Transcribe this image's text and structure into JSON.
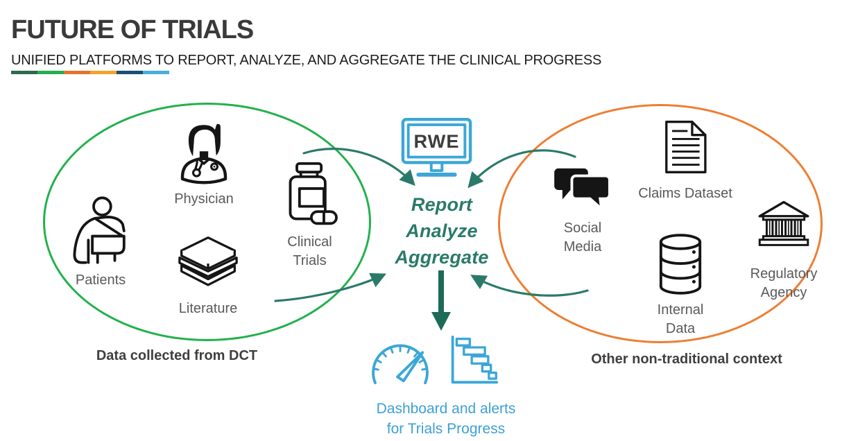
{
  "header": {
    "title": "FUTURE OF TRIALS",
    "subtitle": "UNIFIED PLATFORMS TO REPORT, ANALYZE, AND AGGREGATE THE CLINICAL PROGRESS",
    "accent_colors": [
      "#2d6a4f",
      "#27ae4f",
      "#e3742f",
      "#f0a42f",
      "#1c4f74",
      "#49aede"
    ]
  },
  "dct_group": {
    "caption": "Data collected from DCT",
    "ellipse_color": "#22b14c",
    "items": [
      {
        "label": "Patients",
        "icon": "patient-arm-sling-icon"
      },
      {
        "label": "Physician",
        "icon": "physician-icon"
      },
      {
        "label": "Literature",
        "icon": "books-stack-icon"
      },
      {
        "label": "Clinical Trials",
        "icon": "pill-bottle-icon"
      }
    ]
  },
  "nontraditional_group": {
    "caption": "Other non-traditional context",
    "ellipse_color": "#ee7e32",
    "items": [
      {
        "label": "Social Media",
        "icon": "chat-bubbles-icon"
      },
      {
        "label": "Claims Dataset",
        "icon": "document-icon"
      },
      {
        "label": "Internal Data",
        "icon": "database-icon"
      },
      {
        "label": "Regulatory Agency",
        "icon": "government-building-icon"
      }
    ]
  },
  "center": {
    "rwe_label": "RWE",
    "actions": [
      "Report",
      "Analyze",
      "Aggregate"
    ],
    "actions_color": "#2a7a6a",
    "output_caption_line1": "Dashboard and alerts",
    "output_caption_line2": "for Trials Progress",
    "output_color": "#3da0d4"
  },
  "colors": {
    "arrow_teal": "#2b7a69",
    "down_arrow": "#1d6a57",
    "icon_blue": "#3ba6d8",
    "label_gray": "#595959",
    "caption_dark": "#3f3f3f"
  }
}
